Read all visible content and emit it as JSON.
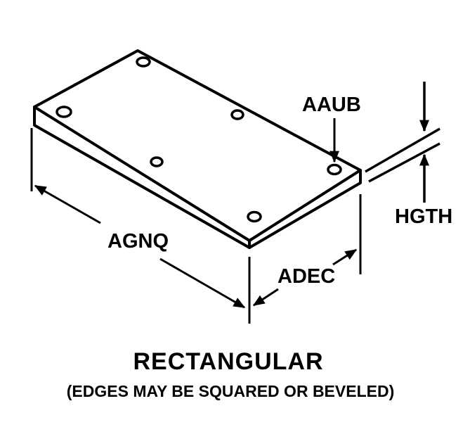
{
  "diagram": {
    "labels": {
      "length": "AGNQ",
      "width": "ADEC",
      "hole": "AAUB",
      "height": "HGTH"
    },
    "title": "RECTANGULAR",
    "subtitle": "(EDGES MAY BE SQUARED OR BEVELED)",
    "colors": {
      "line": "#000000",
      "background": "#ffffff"
    }
  }
}
